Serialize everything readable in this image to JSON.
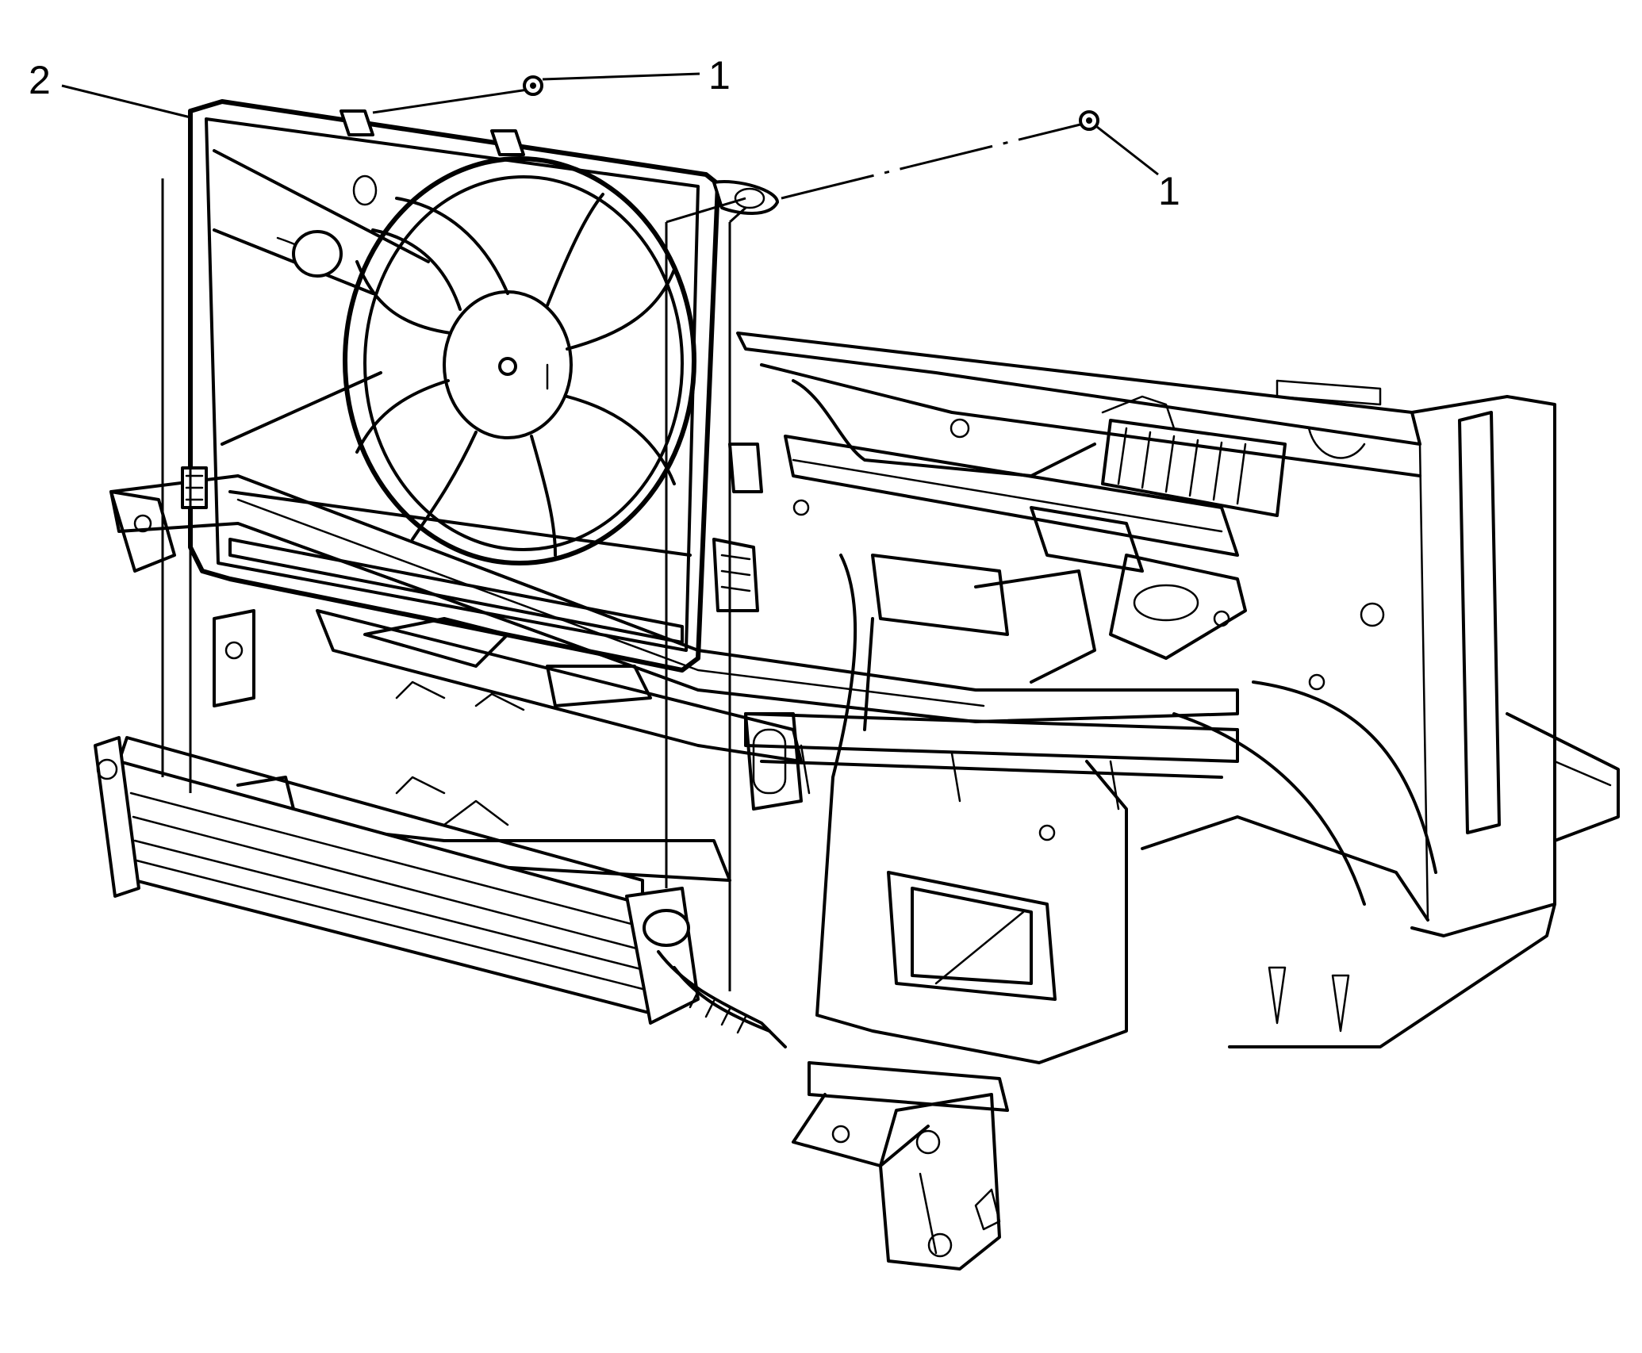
{
  "callouts": [
    {
      "number": "1",
      "item": "nut"
    },
    {
      "number": "1",
      "item": "nut"
    },
    {
      "number": "2",
      "item": "fan shroud"
    }
  ],
  "icons": [
    "nut-icon",
    "cooling-fan-shroud",
    "radiator",
    "front-end-structure"
  ]
}
